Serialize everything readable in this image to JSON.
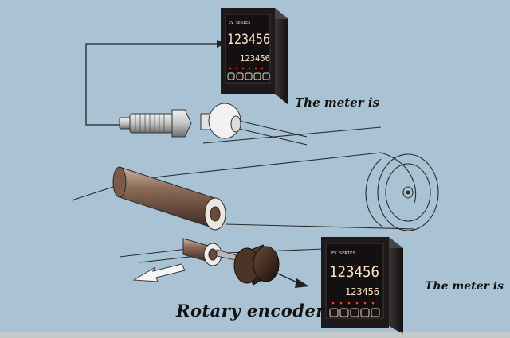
{
  "labels": {
    "meter_top": "The meter is",
    "meter_bottom": "The meter is",
    "encoder": "Rotary encoder"
  },
  "meter_top": {
    "brand": "EV SERIES",
    "display_main": "123456",
    "display_sub": "123456"
  },
  "meter_bottom": {
    "brand": "EV SERIES",
    "display_main": "123456",
    "display_sub": "123456"
  },
  "colors": {
    "background": "#a9c3d4",
    "meter_body": "#1e1a1c",
    "display_text": "#ffe3c2",
    "roller": "#6a4a3a"
  }
}
